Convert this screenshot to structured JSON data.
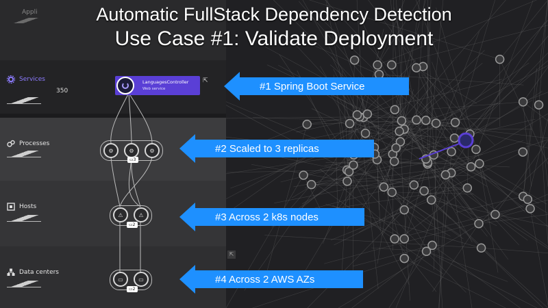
{
  "title_line1": "Automatic FullStack Dependency Detection",
  "title_line2": "Use Case #1: Validate Deployment",
  "applications_label": "Appli",
  "rows": {
    "services": {
      "label": "Services",
      "count": "350",
      "icon": "gear-icon"
    },
    "processes": {
      "label": "Processes",
      "icon": "processes-icon"
    },
    "hosts": {
      "label": "Hosts",
      "icon": "host-icon"
    },
    "datacenters": {
      "label": "Data centers",
      "icon": "datacenter-icon"
    }
  },
  "service_card": {
    "name": "LanguagesController",
    "type": "Web service"
  },
  "counts": {
    "processes": "3",
    "hosts": "2",
    "datacenters": "2"
  },
  "callouts": [
    "#1 Spring Boot Service",
    "#2 Scaled to 3 replicas",
    "#3 Across 2 k8s nodes",
    "#4 Across 2 AWS AZs"
  ],
  "colors": {
    "accent": "#5a3fd6",
    "callout": "#1e90ff"
  }
}
